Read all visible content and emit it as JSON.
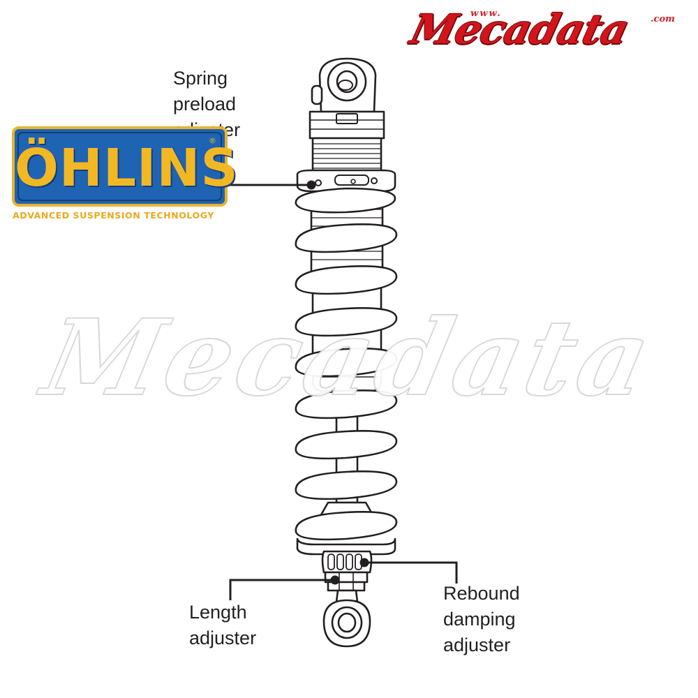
{
  "brand": {
    "name": "Mecadata",
    "url_prefix": "www.",
    "url_suffix": ".com",
    "color": "#d3151b"
  },
  "logo": {
    "wordmark": "ÖHLINS",
    "registered": "®",
    "tagline": "ADVANCED SUSPENSION TECHNOLOGY",
    "background_color": "#1f63b3",
    "text_color": "#f2b824"
  },
  "watermark": {
    "text": "Mecadata"
  },
  "labels": {
    "spring_preload": [
      "Spring",
      "preload",
      "adjuster"
    ],
    "length": [
      "Length",
      "adjuster"
    ],
    "rebound": [
      "Rebound",
      "damping",
      "adjuster"
    ]
  }
}
